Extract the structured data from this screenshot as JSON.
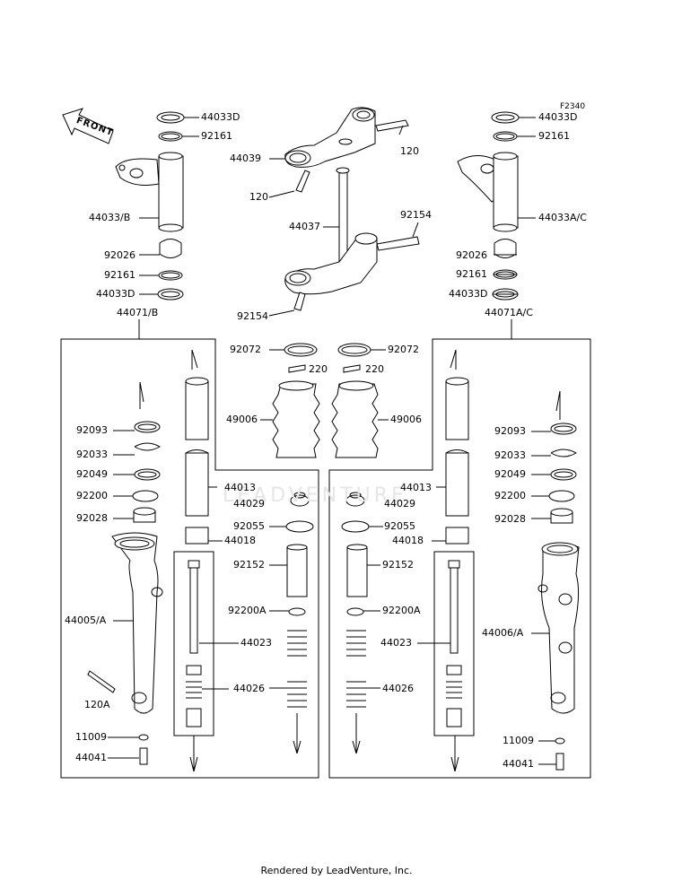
{
  "figure_id": "F2340",
  "front_label": "FRONT",
  "watermark": "LEADVENTURE",
  "footer": "Rendered by LeadVenture, Inc.",
  "labels": {
    "l_44033D_top": "44033D",
    "l_92161_top": "92161",
    "l_44033B": "44033/B",
    "l_92026_l": "92026",
    "l_92161_l": "92161",
    "l_44033D_l": "44033D",
    "l_44071B": "44071/B",
    "r_44033D_top": "44033D",
    "r_92161_top": "92161",
    "r_44033AC": "44033A/C",
    "r_92026_r": "92026",
    "r_92161_r": "92161",
    "r_44033D_r": "44033D",
    "r_44071AC": "44071A/C",
    "c_120_a": "120",
    "c_44039": "44039",
    "c_120_b": "120",
    "c_44037": "44037",
    "c_92154_a": "92154",
    "c_92154_b": "92154",
    "c_92072_l": "92072",
    "c_92072_r": "92072",
    "c_220_l": "220",
    "c_220_r": "220",
    "c_49006_l": "49006",
    "c_49006_r": "49006",
    "l_92093": "92093",
    "l_92033": "92033",
    "l_92049": "92049",
    "l_92200": "92200",
    "l_92028": "92028",
    "l_44005A": "44005/A",
    "l_120A": "120A",
    "l_11009": "11009",
    "l_44041": "44041",
    "c_44013_l": "44013",
    "c_44029_l": "44029",
    "c_92055_l": "92055",
    "c_44018_l": "44018",
    "c_92152_l": "92152",
    "c_92200A_l": "92200A",
    "c_44023_l": "44023",
    "c_44026_l": "44026",
    "c_44013_r": "44013",
    "c_44029_r": "44029",
    "c_92055_r": "92055",
    "c_44018_r": "44018",
    "c_92152_r": "92152",
    "c_92200A_r": "92200A",
    "c_44023_r": "44023",
    "c_44026_r": "44026",
    "r_92093": "92093",
    "r_92033": "92033",
    "r_92049": "92049",
    "r_92200": "92200",
    "r_92028": "92028",
    "r_44006A": "44006/A",
    "r_11009": "11009",
    "r_44041": "44041"
  },
  "colors": {
    "line": "#000000",
    "fill": "#ffffff",
    "shade": "#bdbdbd",
    "dark": "#7a7a7a"
  }
}
